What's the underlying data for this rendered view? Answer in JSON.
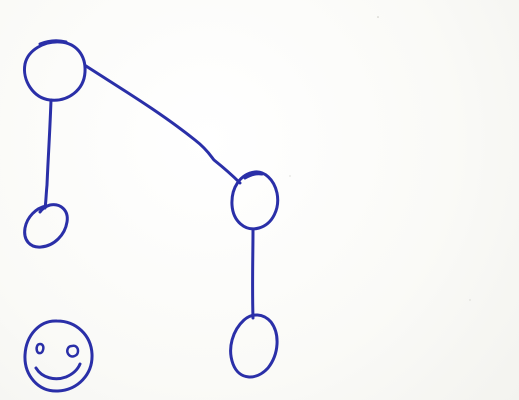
{
  "diagram": {
    "kind": "hand-drawn tree",
    "ink_color": "#2a2fa8",
    "paper_color": "#fbfbf9",
    "nodes": [
      {
        "id": "root",
        "label": ""
      },
      {
        "id": "left-child",
        "label": ""
      },
      {
        "id": "right-child",
        "label": ""
      },
      {
        "id": "right-grandchild",
        "label": ""
      }
    ],
    "edges": [
      {
        "from": "root",
        "to": "left-child"
      },
      {
        "from": "root",
        "to": "right-child"
      },
      {
        "from": "right-child",
        "to": "right-grandchild"
      }
    ],
    "doodle": "smiley-face"
  }
}
